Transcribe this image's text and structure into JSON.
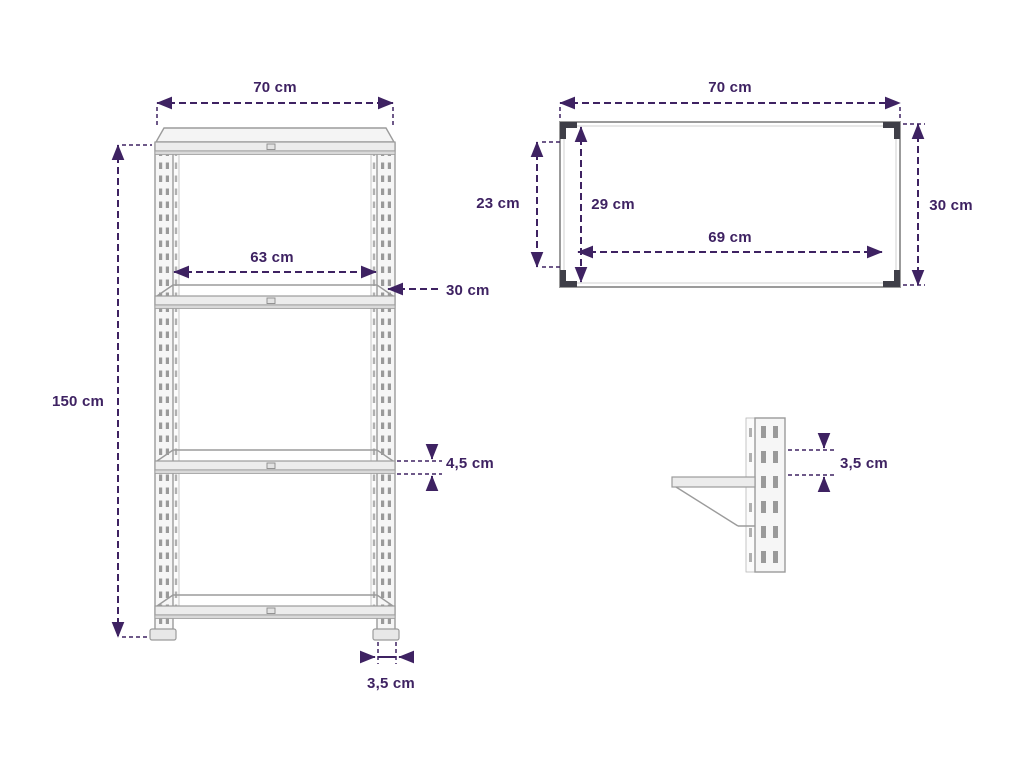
{
  "colors": {
    "dimension": "#3e2262",
    "structure": "#9b9b9b",
    "bracket": "#3f3f48",
    "background": "#ffffff"
  },
  "front_view": {
    "dims": {
      "width": "70 cm",
      "height": "150 cm",
      "inner_width": "63 cm",
      "depth": "30 cm",
      "shelf_edge": "4,5 cm",
      "post_width": "3,5 cm"
    }
  },
  "top_view": {
    "dims": {
      "width": "70 cm",
      "inner_clearance": "23 cm",
      "inner_depth": "29 cm",
      "inner_width": "69 cm",
      "depth": "30 cm"
    }
  },
  "detail_view": {
    "dims": {
      "slot_pitch": "3,5 cm"
    }
  }
}
